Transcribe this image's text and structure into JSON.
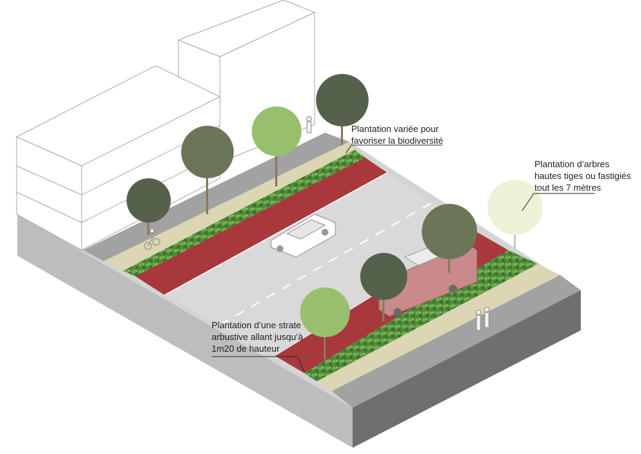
{
  "annotations": {
    "biodiversity": "Plantation variée pour\nfavoriser la biodiversité",
    "trees": "Plantation d’arbres\nhautes tiges ou fastigiés\ntout les 7 mètres",
    "shrubs": "Plantation d’une strate\narbustive allant jusqu’à\n1m20 de hauteur"
  },
  "colors": {
    "block_top": "#d4d4d4",
    "block_side_left": "#bdbdbd",
    "block_side_right": "#6f6f6f",
    "sidewalk": "#a2a2a2",
    "gravel_strip": "#dcd6b4",
    "hedge": "#4f8a3a",
    "bike_lane": "#a8383c",
    "road": "#d9d9d9",
    "tree_dark": "#55614b",
    "tree_light": "#98c06c",
    "tree_pale": "#eef2d8"
  },
  "icons": [
    "car-icon",
    "bus-icon",
    "cyclist-icon",
    "pedestrian-icon",
    "tree-icon",
    "building-icon"
  ]
}
